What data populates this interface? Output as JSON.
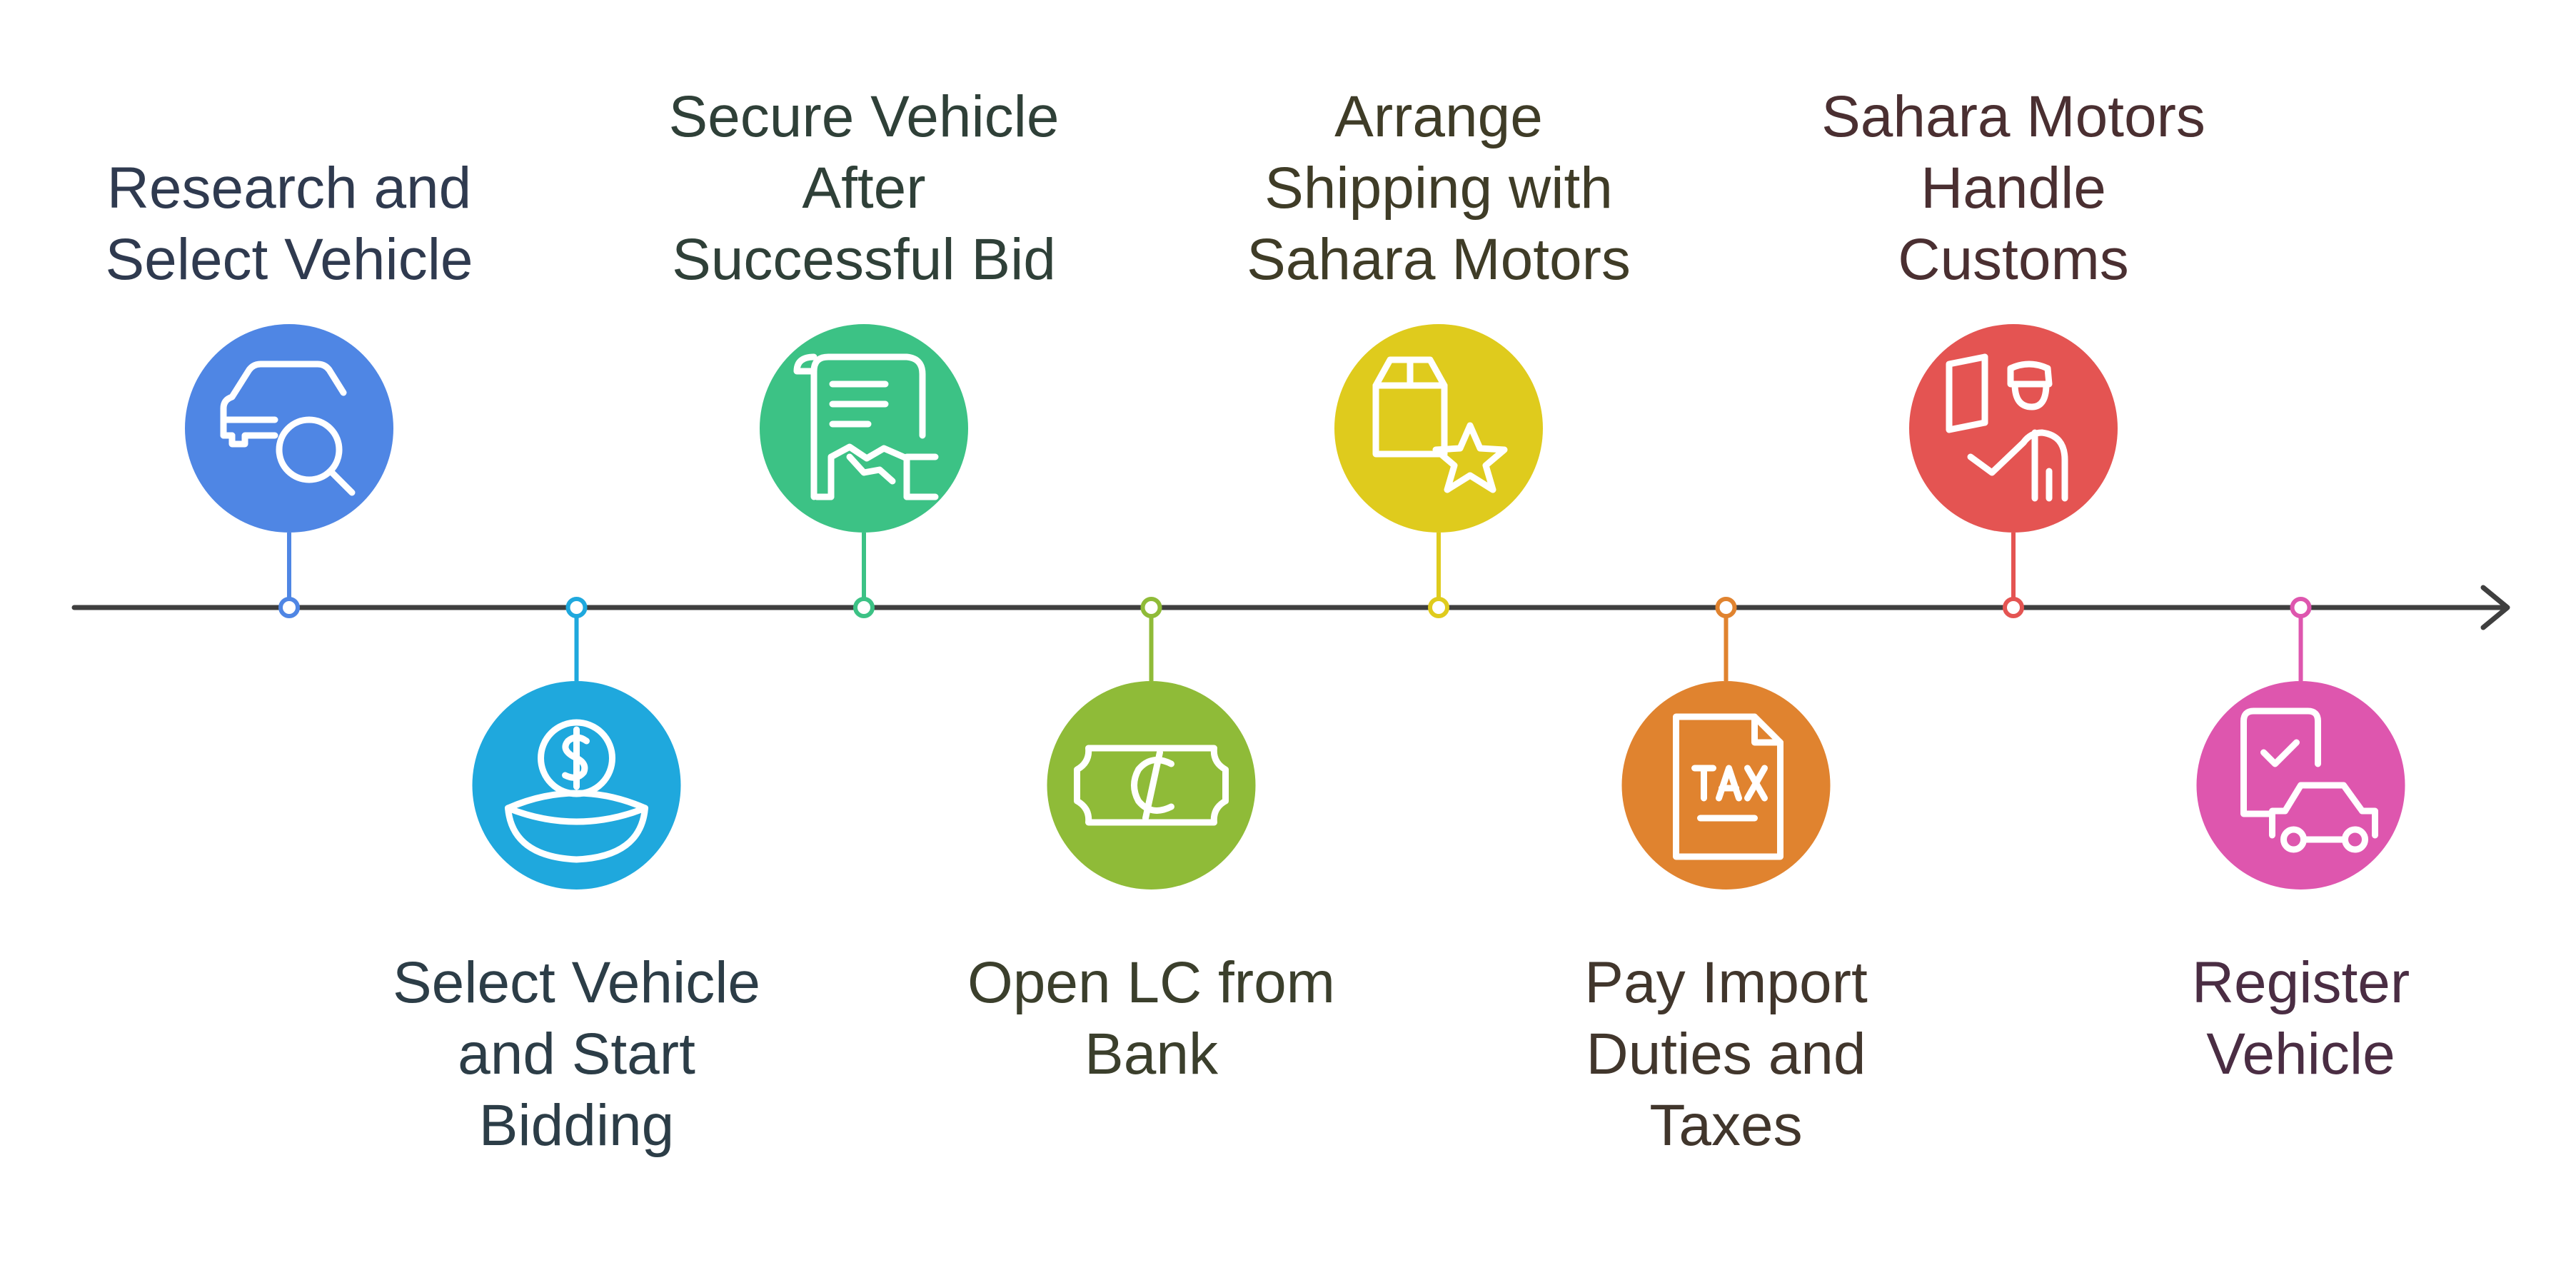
{
  "timeline": {
    "line_color": "#3f3f3f",
    "steps": [
      {
        "id": "research-select-vehicle",
        "label": "Research and\nSelect Vehicle",
        "color": "#4f86e4",
        "text_color": "#2f3a4f",
        "icon": "car-search-icon",
        "position": "above"
      },
      {
        "id": "select-vehicle-start-bidding",
        "label": "Select Vehicle\nand Start\nBidding",
        "color": "#1fa8dd",
        "text_color": "#2c3d47",
        "icon": "money-bowl-icon",
        "position": "below"
      },
      {
        "id": "secure-vehicle-after-bid",
        "label": "Secure Vehicle\nAfter\nSuccessful Bid",
        "color": "#3cc285",
        "text_color": "#2f4038",
        "icon": "contract-handshake-icon",
        "position": "above"
      },
      {
        "id": "open-lc-from-bank",
        "label": "Open LC from\nBank",
        "color": "#8fbb38",
        "text_color": "#3b3f2c",
        "icon": "cedi-banknote-icon",
        "position": "below"
      },
      {
        "id": "arrange-shipping",
        "label": "Arrange\nShipping with\nSahara Motors",
        "color": "#dfcb1d",
        "text_color": "#3f3c27",
        "icon": "package-star-icon",
        "position": "above"
      },
      {
        "id": "pay-import-duties",
        "label": "Pay Import\nDuties and\nTaxes",
        "color": "#e0832f",
        "text_color": "#41362c",
        "icon": "tax-document-icon",
        "position": "below"
      },
      {
        "id": "sahara-handle-customs",
        "label": "Sahara Motors\nHandle\nCustoms",
        "color": "#e45452",
        "text_color": "#4a2f31",
        "icon": "customs-officer-icon",
        "position": "above"
      },
      {
        "id": "register-vehicle",
        "label": "Register\nVehicle",
        "color": "#de56ae",
        "text_color": "#4a2d43",
        "icon": "phone-car-check-icon",
        "position": "below"
      }
    ]
  }
}
